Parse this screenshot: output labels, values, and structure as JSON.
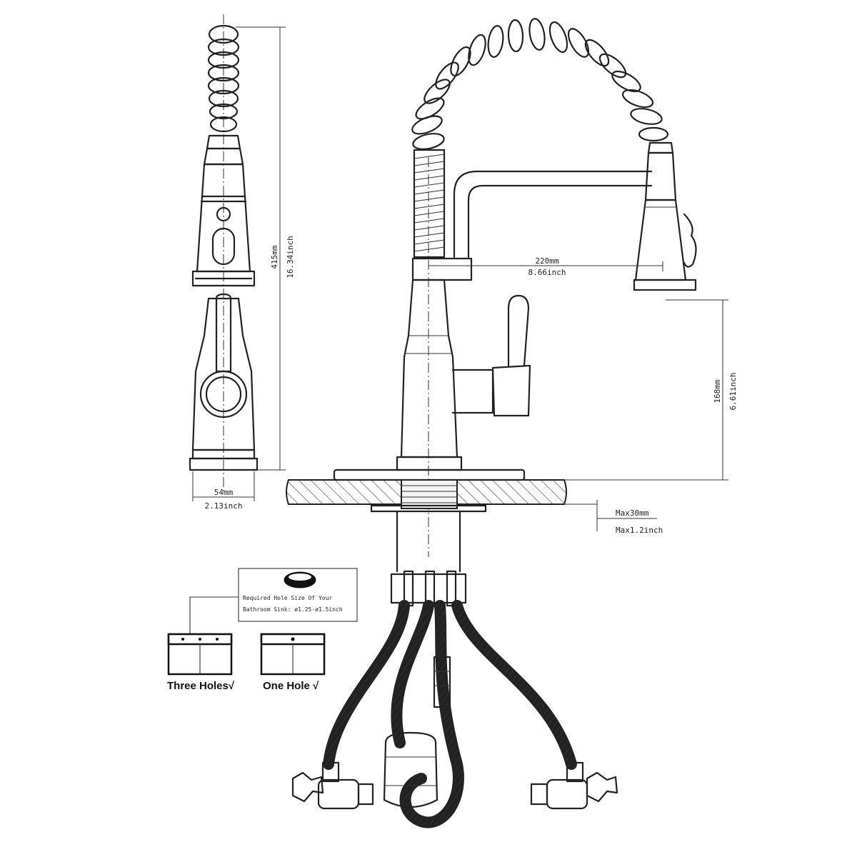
{
  "dimensions": {
    "total_height_mm": "415mm",
    "total_height_inch": "16.34inch",
    "head_width_mm": "54mm",
    "head_width_inch": "2.13inch",
    "spout_reach_mm": "220mm",
    "spout_reach_inch": "8.66inch",
    "spout_height_mm": "168mm",
    "spout_height_inch": "6.61inch",
    "deck_thickness_mm": "Max30mm",
    "deck_thickness_inch": "Max1.2inch"
  },
  "hole_note": {
    "line1": "Required Hole Size Of Your",
    "line2": "Bathroom Sink: ø1.25-ø1.5inch"
  },
  "install_options": {
    "three_holes": "Three Holes√",
    "one_hole": "One Hole √"
  }
}
